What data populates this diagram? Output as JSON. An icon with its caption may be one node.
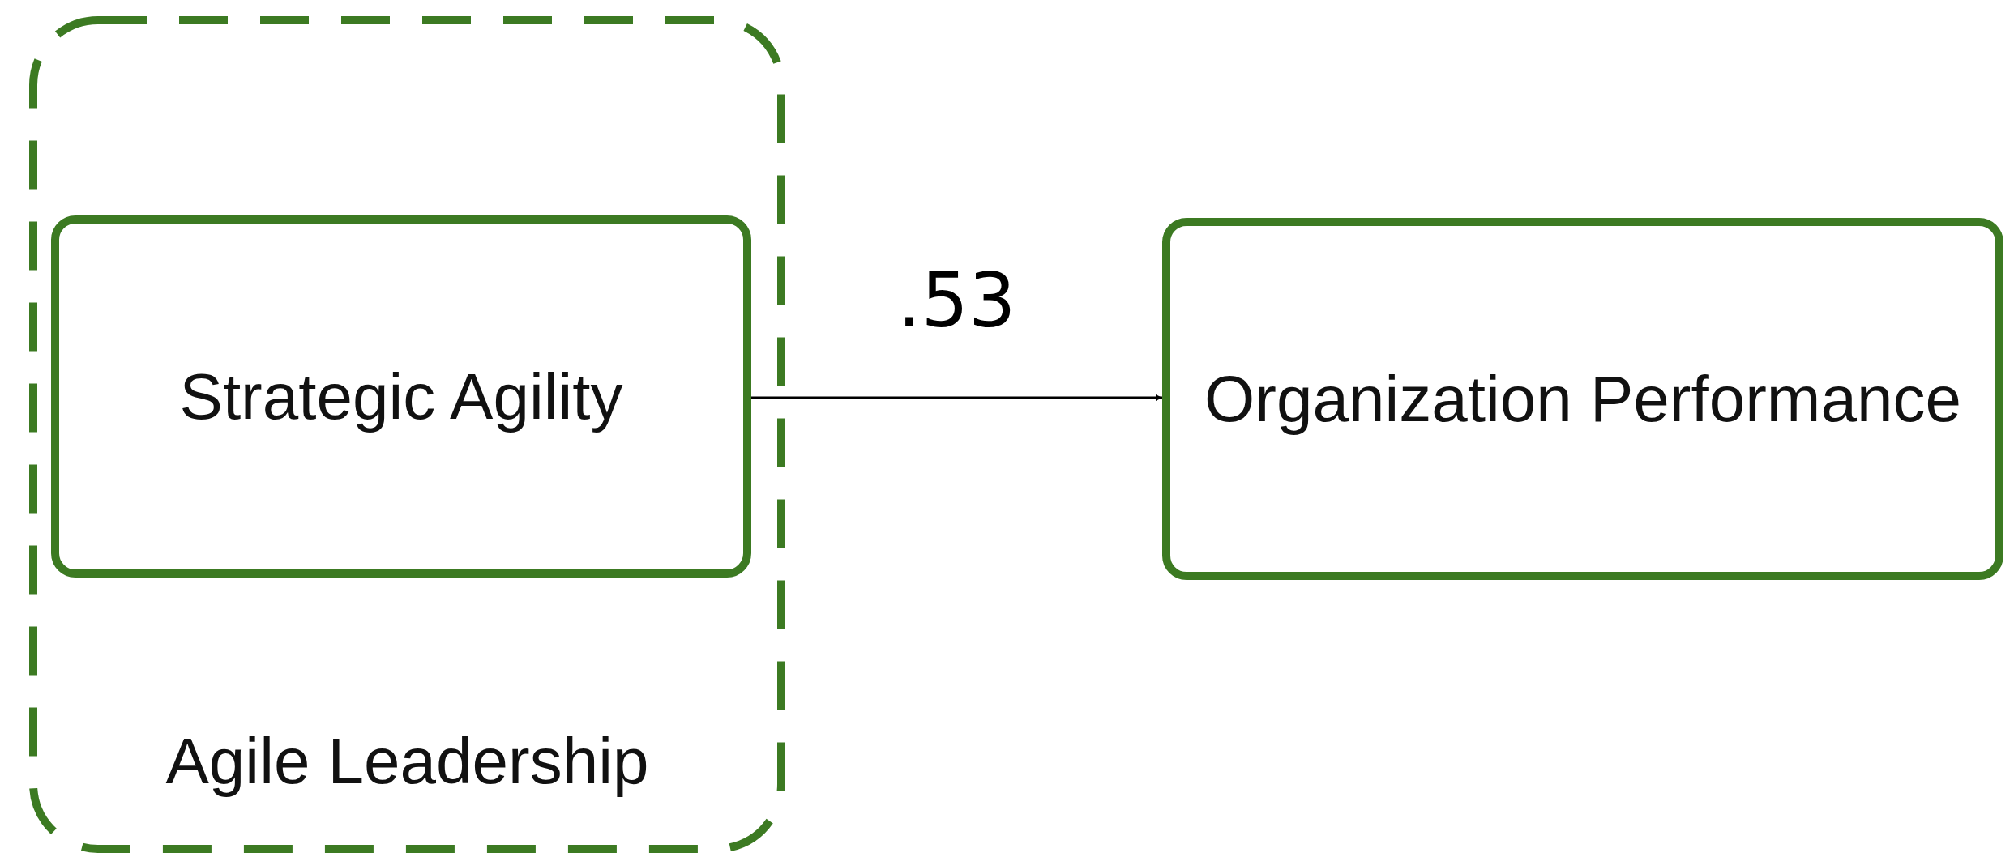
{
  "diagram": {
    "nodes": [
      {
        "text": [
          "Agile Leadership"
        ]
      },
      {
        "text": [
          "Strategic Agility"
        ],
        "in": 0
      },
      {
        "text": [
          "Organization Performance"
        ]
      }
    ],
    "edges": [
      {
        "from": 1,
        "to": 2,
        "arrow": "to",
        "label": ".53"
      }
    ]
  }
}
